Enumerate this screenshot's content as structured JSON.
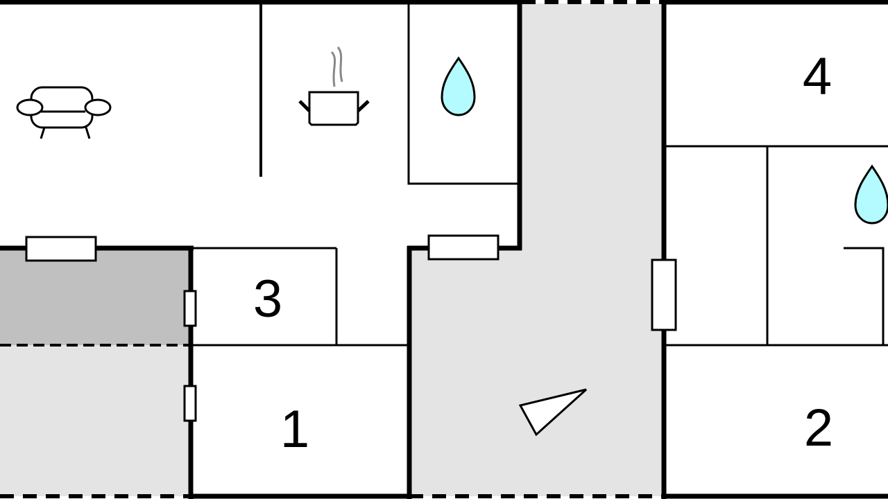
{
  "plan": {
    "rooms": [
      {
        "id": "bedroom-1",
        "label": "1"
      },
      {
        "id": "bedroom-2",
        "label": "2"
      },
      {
        "id": "bedroom-3",
        "label": "3"
      },
      {
        "id": "bedroom-4",
        "label": "4"
      }
    ],
    "icons": [
      "sofa-icon",
      "cooking-pot-icon",
      "water-drop-icon",
      "water-drop-icon",
      "north-arrow-icon"
    ],
    "colors": {
      "wall": "#000000",
      "terrace": "#e4e4e4",
      "covered_terrace": "#c0c0c0",
      "water": "#b3fbff",
      "steam": "#888888"
    }
  }
}
